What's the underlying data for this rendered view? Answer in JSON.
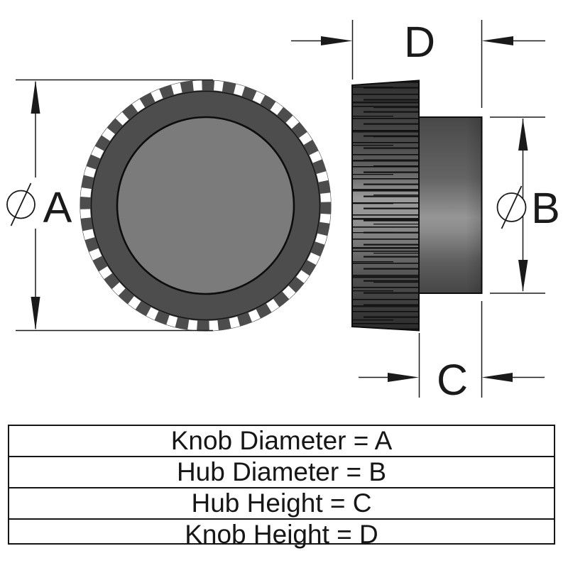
{
  "dimension_labels": {
    "knob_diameter": "A",
    "hub_diameter": "B",
    "hub_height": "C",
    "knob_height": "D"
  },
  "diameter_symbol": "⌀",
  "legend_table": {
    "rows": [
      {
        "label": "Knob Diameter = A"
      },
      {
        "label": "Hub Diameter = B"
      },
      {
        "label": "Hub Height = C"
      },
      {
        "label": "Knob Height = D"
      }
    ]
  },
  "colors": {
    "background": "#ffffff",
    "line": "#1a1a1a",
    "knob_ring": "#4d4d4d",
    "knob_face": "#7b7b7b",
    "knurl_dark": "#2e2e2e",
    "knurl_highlight": "#9b9b9b",
    "hub_dark": "#474747",
    "hub_highlight": "#969696",
    "notch_white": "#ffffff"
  }
}
